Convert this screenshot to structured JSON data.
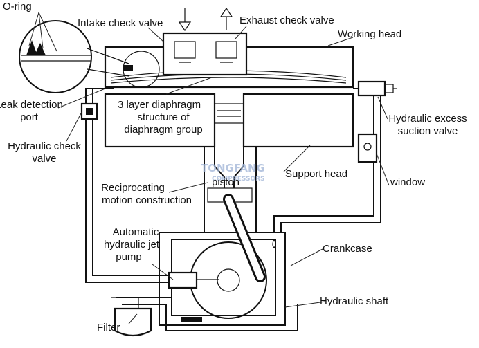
{
  "labels": {
    "o_ring": "O-ring",
    "intake_check_valve": "Intake check valve",
    "exhaust_check_valve": "Exhaust check valve",
    "working_head": "Working head",
    "leak_detection_1": "Leak detection",
    "leak_detection_2": "port",
    "diaphragm_1": "3 layer diaphragm",
    "diaphragm_2": "structure of",
    "diaphragm_3": "diaphragm group",
    "hydraulic_excess_1": "Hydraulic excess",
    "hydraulic_excess_2": "suction valve",
    "hydraulic_check_1": "Hydraulic check",
    "hydraulic_check_2": "valve",
    "support_head": "Support head",
    "piston": "piston",
    "window": "window",
    "reciprocating_1": "Reciprocating",
    "reciprocating_2": "motion construction",
    "auto_pump_1": "Automatic",
    "auto_pump_2": "hydraulic jet",
    "auto_pump_3": "pump",
    "crankcase": "Crankcase",
    "hydraulic_shaft": "Hydraulic shaft",
    "filter": "Filter"
  },
  "watermark": {
    "brand": "TONGFANG",
    "sub": "COMPRESSORS"
  }
}
